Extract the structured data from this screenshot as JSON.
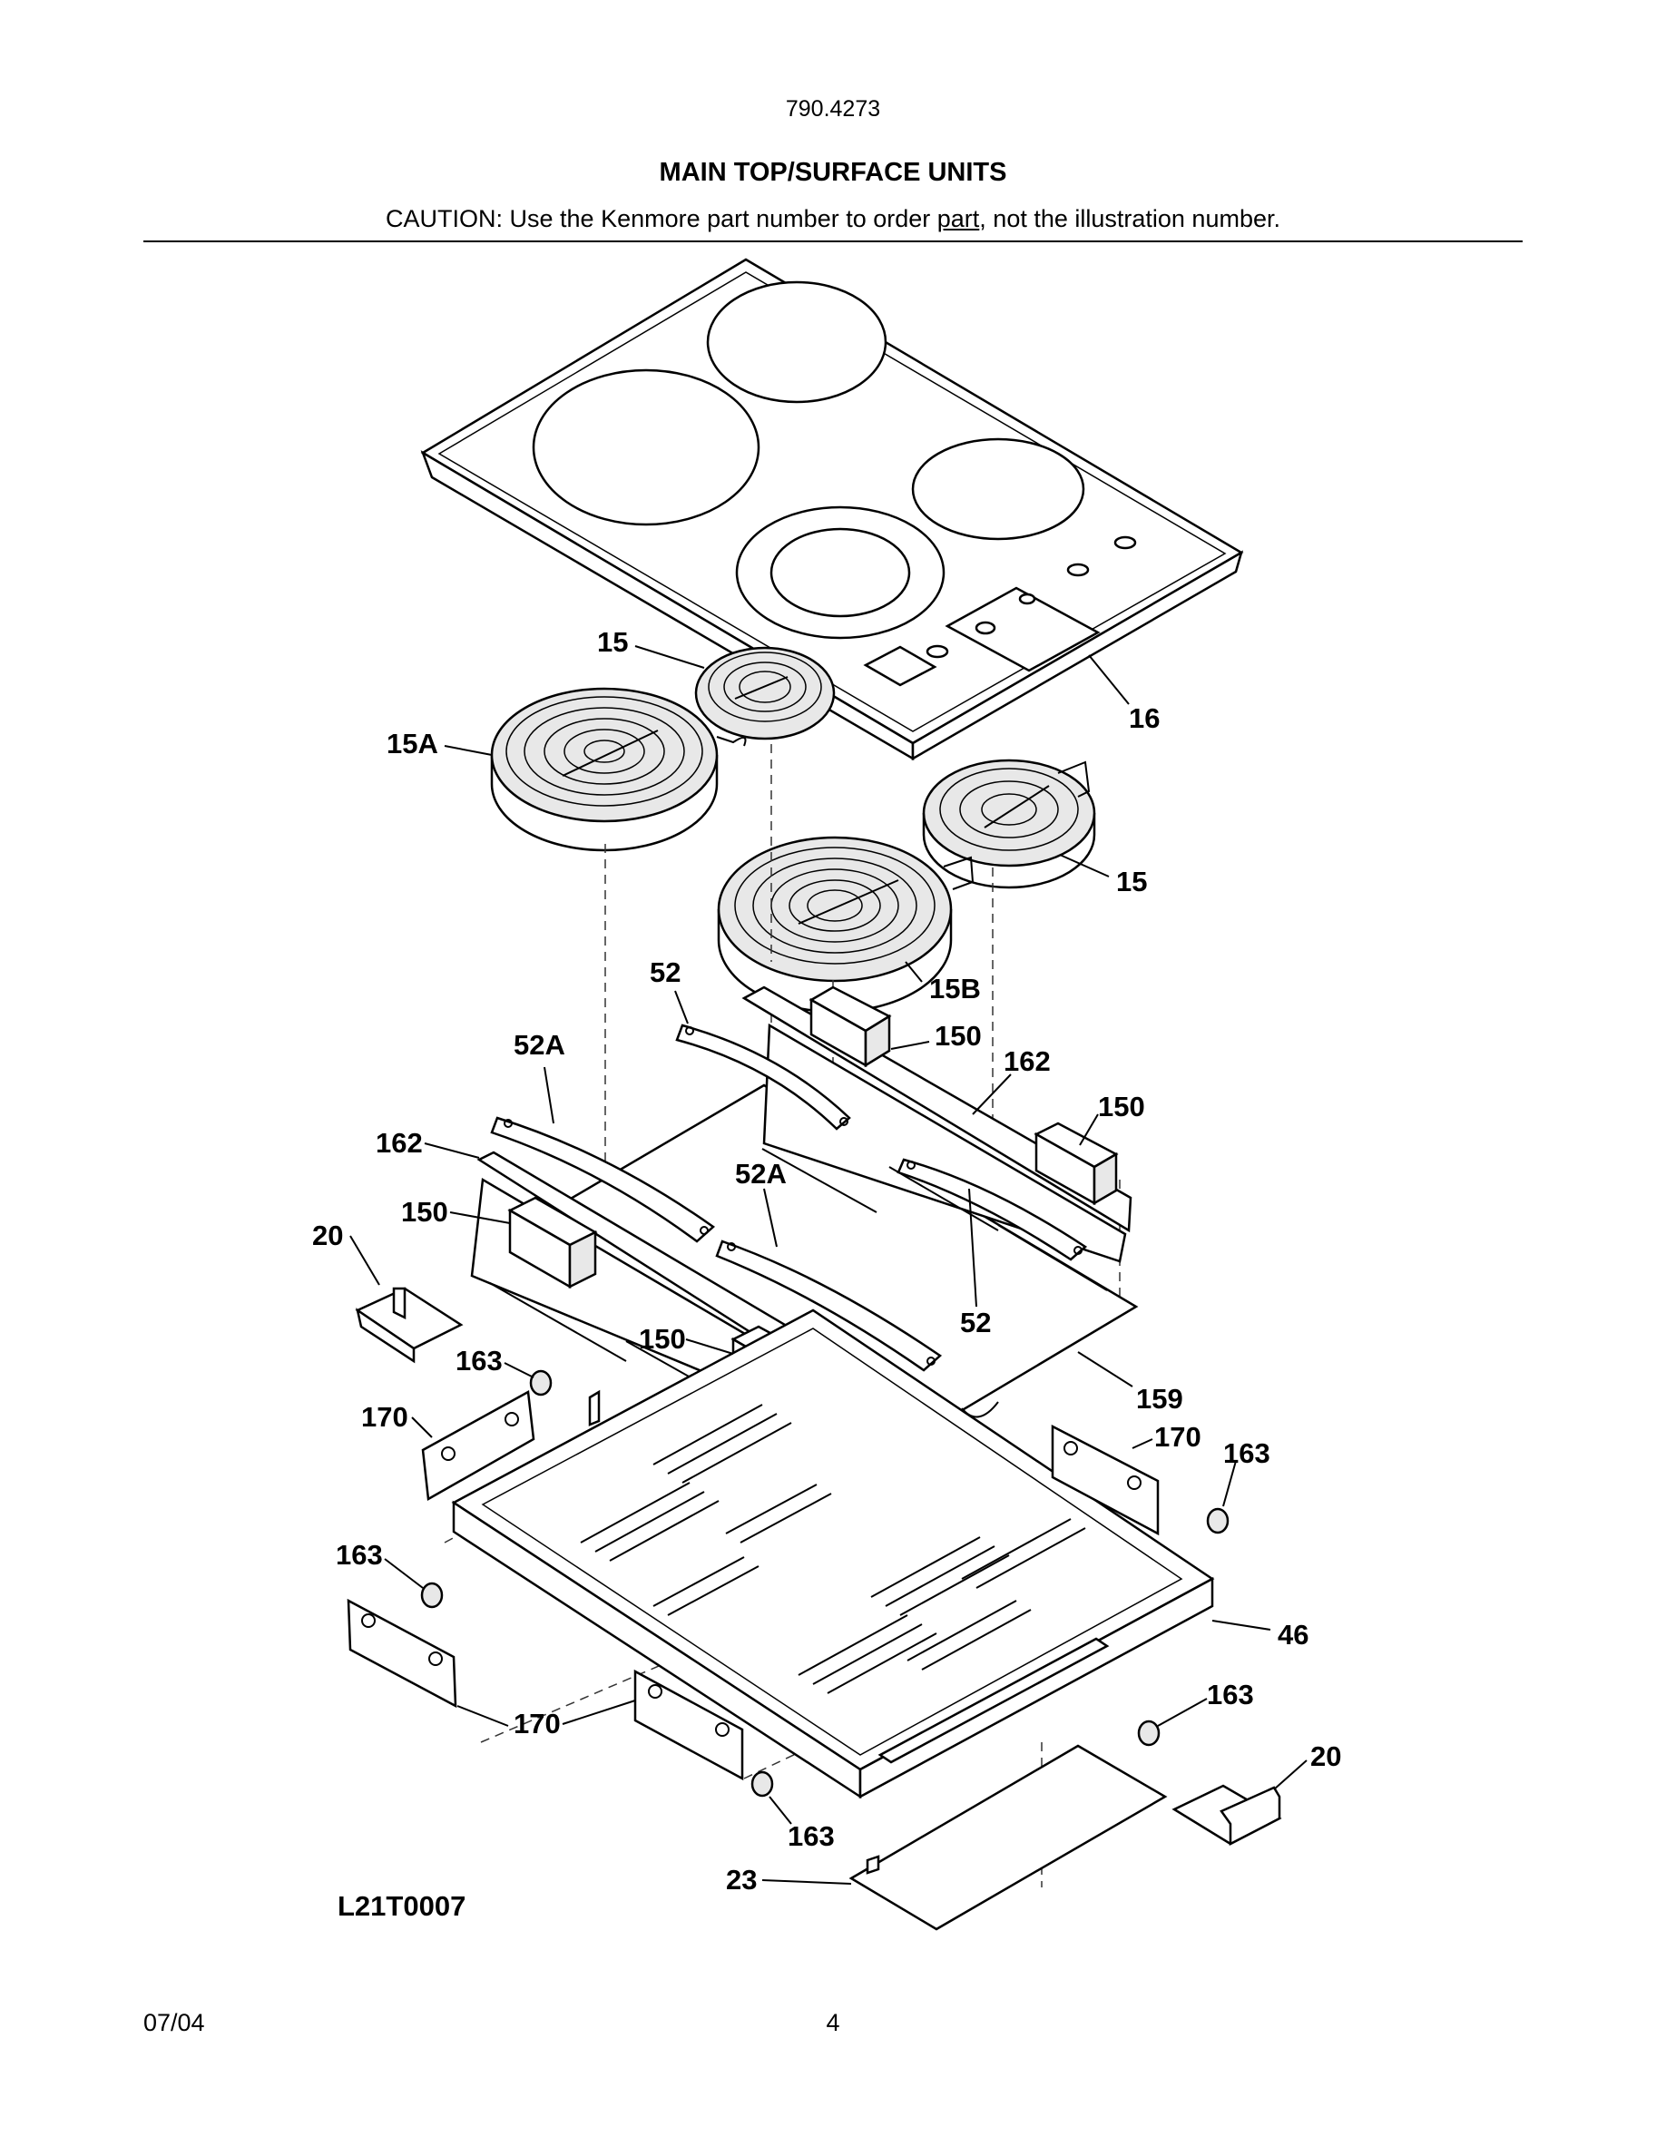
{
  "header": {
    "model_number": "790.4273",
    "title": "MAIN TOP/SURFACE UNITS",
    "caution_prefix": "CAUTION: Use the Kenmore part number to order ",
    "caution_underlined": "part",
    "caution_suffix": ", not the illustration number."
  },
  "diagram": {
    "reference_code": "L21T0007",
    "callouts": {
      "c15_top": "15",
      "c16": "16",
      "c15a": "15A",
      "c15_right": "15",
      "c15b": "15B",
      "c52_top": "52",
      "c150_top": "150",
      "c52a_left": "52A",
      "c162_right": "162",
      "c150_right": "150",
      "c162_left": "162",
      "c52a_mid": "52A",
      "c150_left": "150",
      "c20_left": "20",
      "c52_bottom": "52",
      "c150_mid": "150",
      "c163_a": "163",
      "c159": "159",
      "c170_left": "170",
      "c170_right": "170",
      "c163_b": "163",
      "c163_c": "163",
      "c46": "46",
      "c163_d": "163",
      "c170_bottom": "170",
      "c20_right": "20",
      "c163_e": "163",
      "c23": "23"
    }
  },
  "footer": {
    "date": "07/04",
    "page_number": "4"
  }
}
